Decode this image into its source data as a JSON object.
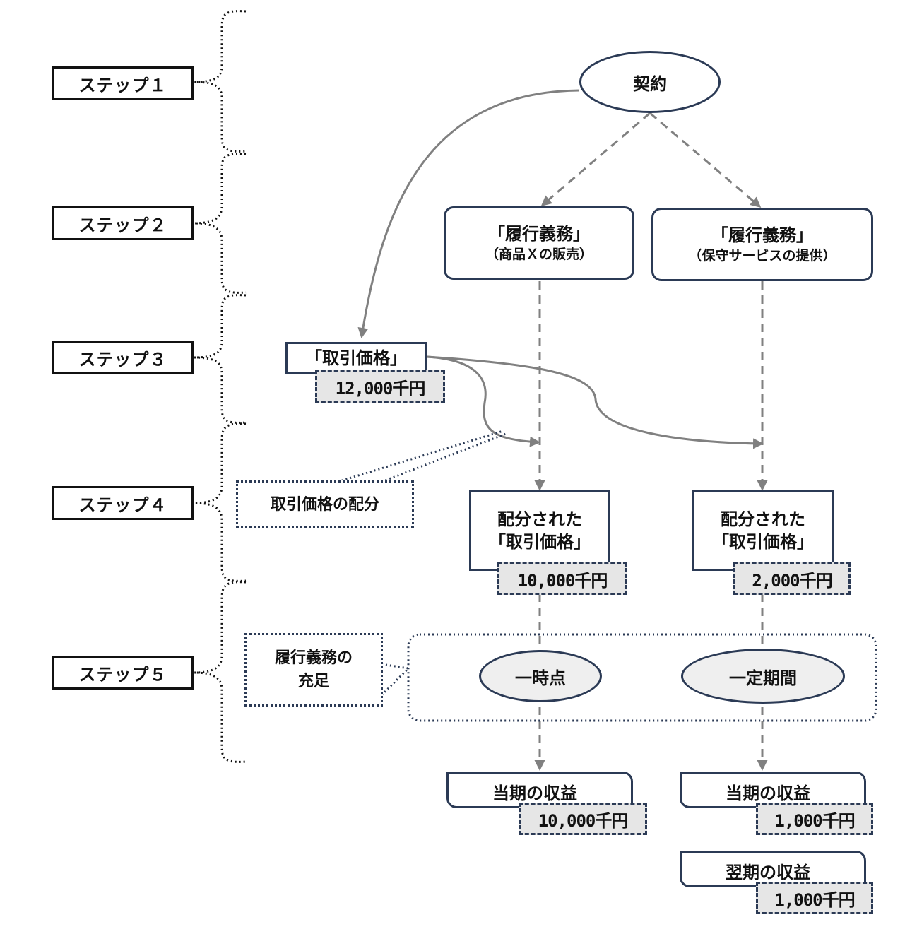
{
  "steps": [
    "ステップ１",
    "ステップ２",
    "ステップ３",
    "ステップ４",
    "ステップ５"
  ],
  "contract": "契約",
  "obligation_a": {
    "title": "「履行義務」",
    "subtitle": "（商品Ｘの販売）"
  },
  "obligation_b": {
    "title": "「履行義務」",
    "subtitle": "（保守サービスの提供）"
  },
  "transaction_price": {
    "label": "「取引価格」",
    "amount": "12,000千円"
  },
  "allocation_callout": "取引価格の配分",
  "allocated_a": {
    "line1": "配分された",
    "line2": "「取引価格」",
    "amount": "10,000千円"
  },
  "allocated_b": {
    "line1": "配分された",
    "line2": "「取引価格」",
    "amount": "2,000千円"
  },
  "satisfaction_callout": {
    "line1": "履行義務の",
    "line2": "充足"
  },
  "point_in_time": "一時点",
  "over_time": "一定期間",
  "revenue_a": {
    "label": "当期の収益",
    "amount": "10,000千円"
  },
  "revenue_b_current": {
    "label": "当期の収益",
    "amount": "1,000千円"
  },
  "revenue_b_next": {
    "label": "翌期の収益",
    "amount": "1,000千円"
  },
  "colors": {
    "navy": "#2b3a55",
    "gray_line": "#808080",
    "amount_fill": "#e6e6e6",
    "ellipse_fill": "#efefef"
  }
}
